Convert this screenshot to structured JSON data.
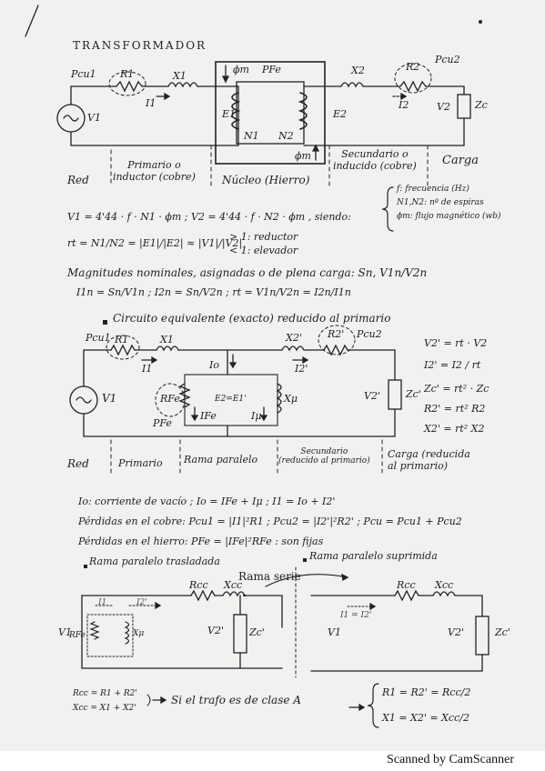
{
  "title": "TRANSFORMADOR",
  "fig1": {
    "labels": {
      "pcu1": "Pcu1",
      "r1": "R1",
      "x1": "X1",
      "i1": "I1",
      "v1": "V1",
      "e1": "E1",
      "phi_top": "ϕm",
      "pfe": "PFe",
      "n1": "N1",
      "n2": "N2",
      "phi_bot": "ϕm",
      "e2": "E2",
      "x2": "X2",
      "r2": "R2",
      "pcu2": "Pcu2",
      "i2": "I2",
      "v2": "V2",
      "zc": "Zc"
    },
    "captions": {
      "red": "Red",
      "primario": "Primario o\ninductor (cobre)",
      "nucleo": "Núcleo (Hierro)",
      "secundario": "Secundario o\ninducido (cobre)",
      "carga": "Carga"
    }
  },
  "formulas": {
    "voltages": "V1 = 4'44 · f · N1 · ϕm ;  V2 = 4'44 · f · N2 · ϕm , siendo:",
    "legend": [
      "f: frecuencia (Hz)",
      "N1,N2: nº de espiras",
      "ϕm: flujo magnético (wb)"
    ],
    "ratio": "rt = N1/N2 = |E1|/|E2| ≈ |V1|/|V2|",
    "ratio_notes": [
      "> 1: reductor",
      "< 1: elevador"
    ],
    "nominal": "Magnitudes nominales, asignadas o de plena carga: Sn, V1n/V2n",
    "currents": "I1n = Sn/V1n ;  I2n = Sn/V2n ;  rt = V1n/V2n = I2n/I1n"
  },
  "section1": "Circuito equivalente (exacto) reducido al primario",
  "fig2": {
    "labels": {
      "pcu1": "Pcu1",
      "r1": "R1",
      "x1": "X1",
      "x2p": "X2'",
      "r2p": "R2'",
      "pcu2": "Pcu2",
      "i1": "I1",
      "io": "Io",
      "i2p": "I2'",
      "v1": "V1",
      "rfe": "RFe",
      "e": "E2=E1'",
      "xmu": "Xμ",
      "pfe": "PFe",
      "ife": "IFe",
      "imu": "Iμ",
      "v2p": "V2'",
      "zcp": "Zc'"
    },
    "side_eqs": [
      "V2' = rt · V2",
      "I2' = I2 / rt",
      "Zc' = rt² · Zc",
      "R2' = rt² R2",
      "X2' = rt² X2"
    ],
    "captions": {
      "red": "Red",
      "primario": "Primario",
      "rama": "Rama paralelo",
      "secundario": "Secundario\n(reducido al primario)",
      "carga": "Carga (reducida\nal primario)"
    }
  },
  "notes": [
    "Io: corriente de vacío ;  Io = IFe + Iμ ;  I1 = Io + I2'",
    "Pérdidas en el cobre:  Pcu1 = |I1|²R1 ;  Pcu2 = |I2'|²R2' ;  Pcu = Pcu1 + Pcu2",
    "Pérdidas en el hierro:  PFe = |IFe|²RFe : son fijas"
  ],
  "fig3": {
    "heading": "Rama paralelo trasladada",
    "labels": {
      "rcc": "Rcc",
      "xcc": "Xcc",
      "v1": "V1",
      "rfe": "RFe",
      "xmu": "Xμ",
      "v2p": "V2'",
      "zcp": "Zc'",
      "i1": "I1",
      "i2p": "I2'"
    },
    "rama_serie": "Rama serie"
  },
  "fig4": {
    "heading": "Rama paralelo suprimida",
    "labels": {
      "rcc": "Rcc",
      "xcc": "Xcc",
      "v1": "V1",
      "i": "I1 = I2'",
      "v2p": "V2'",
      "zcp": "Zc'"
    }
  },
  "bottom": {
    "rcc": "Rcc = R1 + R2'",
    "xcc": "Xcc = X1 + X2'",
    "condition": "Si el trafo es de clase A",
    "results": [
      "R1 = R2' = Rcc/2",
      "X1 = X2' = Xcc/2"
    ]
  },
  "footer": "Scanned by CamScanner"
}
